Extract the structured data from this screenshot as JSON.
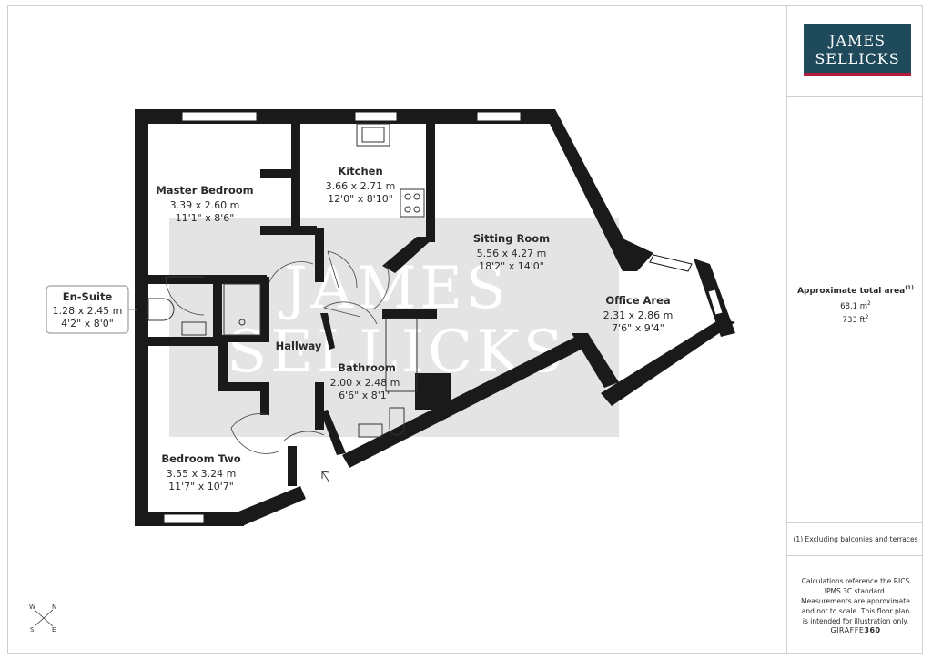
{
  "logo": {
    "line1": "JAMES",
    "line2": "SELLICKS"
  },
  "watermark": {
    "line1": "JAMES",
    "line2": "SELLICKS"
  },
  "rooms": [
    {
      "id": "master-bedroom",
      "name": "Master Bedroom",
      "metric": "3.39 x 2.60 m",
      "imperial": "11'1\" x 8'6\""
    },
    {
      "id": "kitchen",
      "name": "Kitchen",
      "metric": "3.66 x 2.71 m",
      "imperial": "12'0\" x 8'10\""
    },
    {
      "id": "sitting-room",
      "name": "Sitting Room",
      "metric": "5.56 x 4.27 m",
      "imperial": "18'2\" x 14'0\""
    },
    {
      "id": "en-suite",
      "name": "En-Suite",
      "metric": "1.28 x 2.45 m",
      "imperial": "4'2\" x 8'0\""
    },
    {
      "id": "office-area",
      "name": "Office Area",
      "metric": "2.31 x 2.86 m",
      "imperial": "7'6\" x 9'4\""
    },
    {
      "id": "hallway",
      "name": "Hallway"
    },
    {
      "id": "bathroom",
      "name": "Bathroom",
      "metric": "2.00 x 2.48 m",
      "imperial": "6'6\" x 8'1\""
    },
    {
      "id": "bedroom-two",
      "name": "Bedroom Two",
      "metric": "3.55 x 3.24 m",
      "imperial": "11'7\" x 10'7\""
    }
  ],
  "compass": {
    "w": "W",
    "n": "N",
    "s": "S",
    "e": "E"
  },
  "area": {
    "title": "Approximate total area",
    "title_note": "(1)",
    "sqm": "68.1 m",
    "sqm_sup": "2",
    "sqft": "733 ft",
    "sqft_sup": "2"
  },
  "footnote": "(1) Excluding balconies and terraces",
  "calc_note": "Calculations reference the RICS IPMS 3C standard. Measurements are approximate and not to scale. This floor plan is intended for illustration only.",
  "brand": {
    "name": "GIRAFFE",
    "num": "360"
  },
  "colors": {
    "wall": "#1a1a1a",
    "logo_bg": "#1e4a5c",
    "logo_accent": "#b11c3a"
  }
}
